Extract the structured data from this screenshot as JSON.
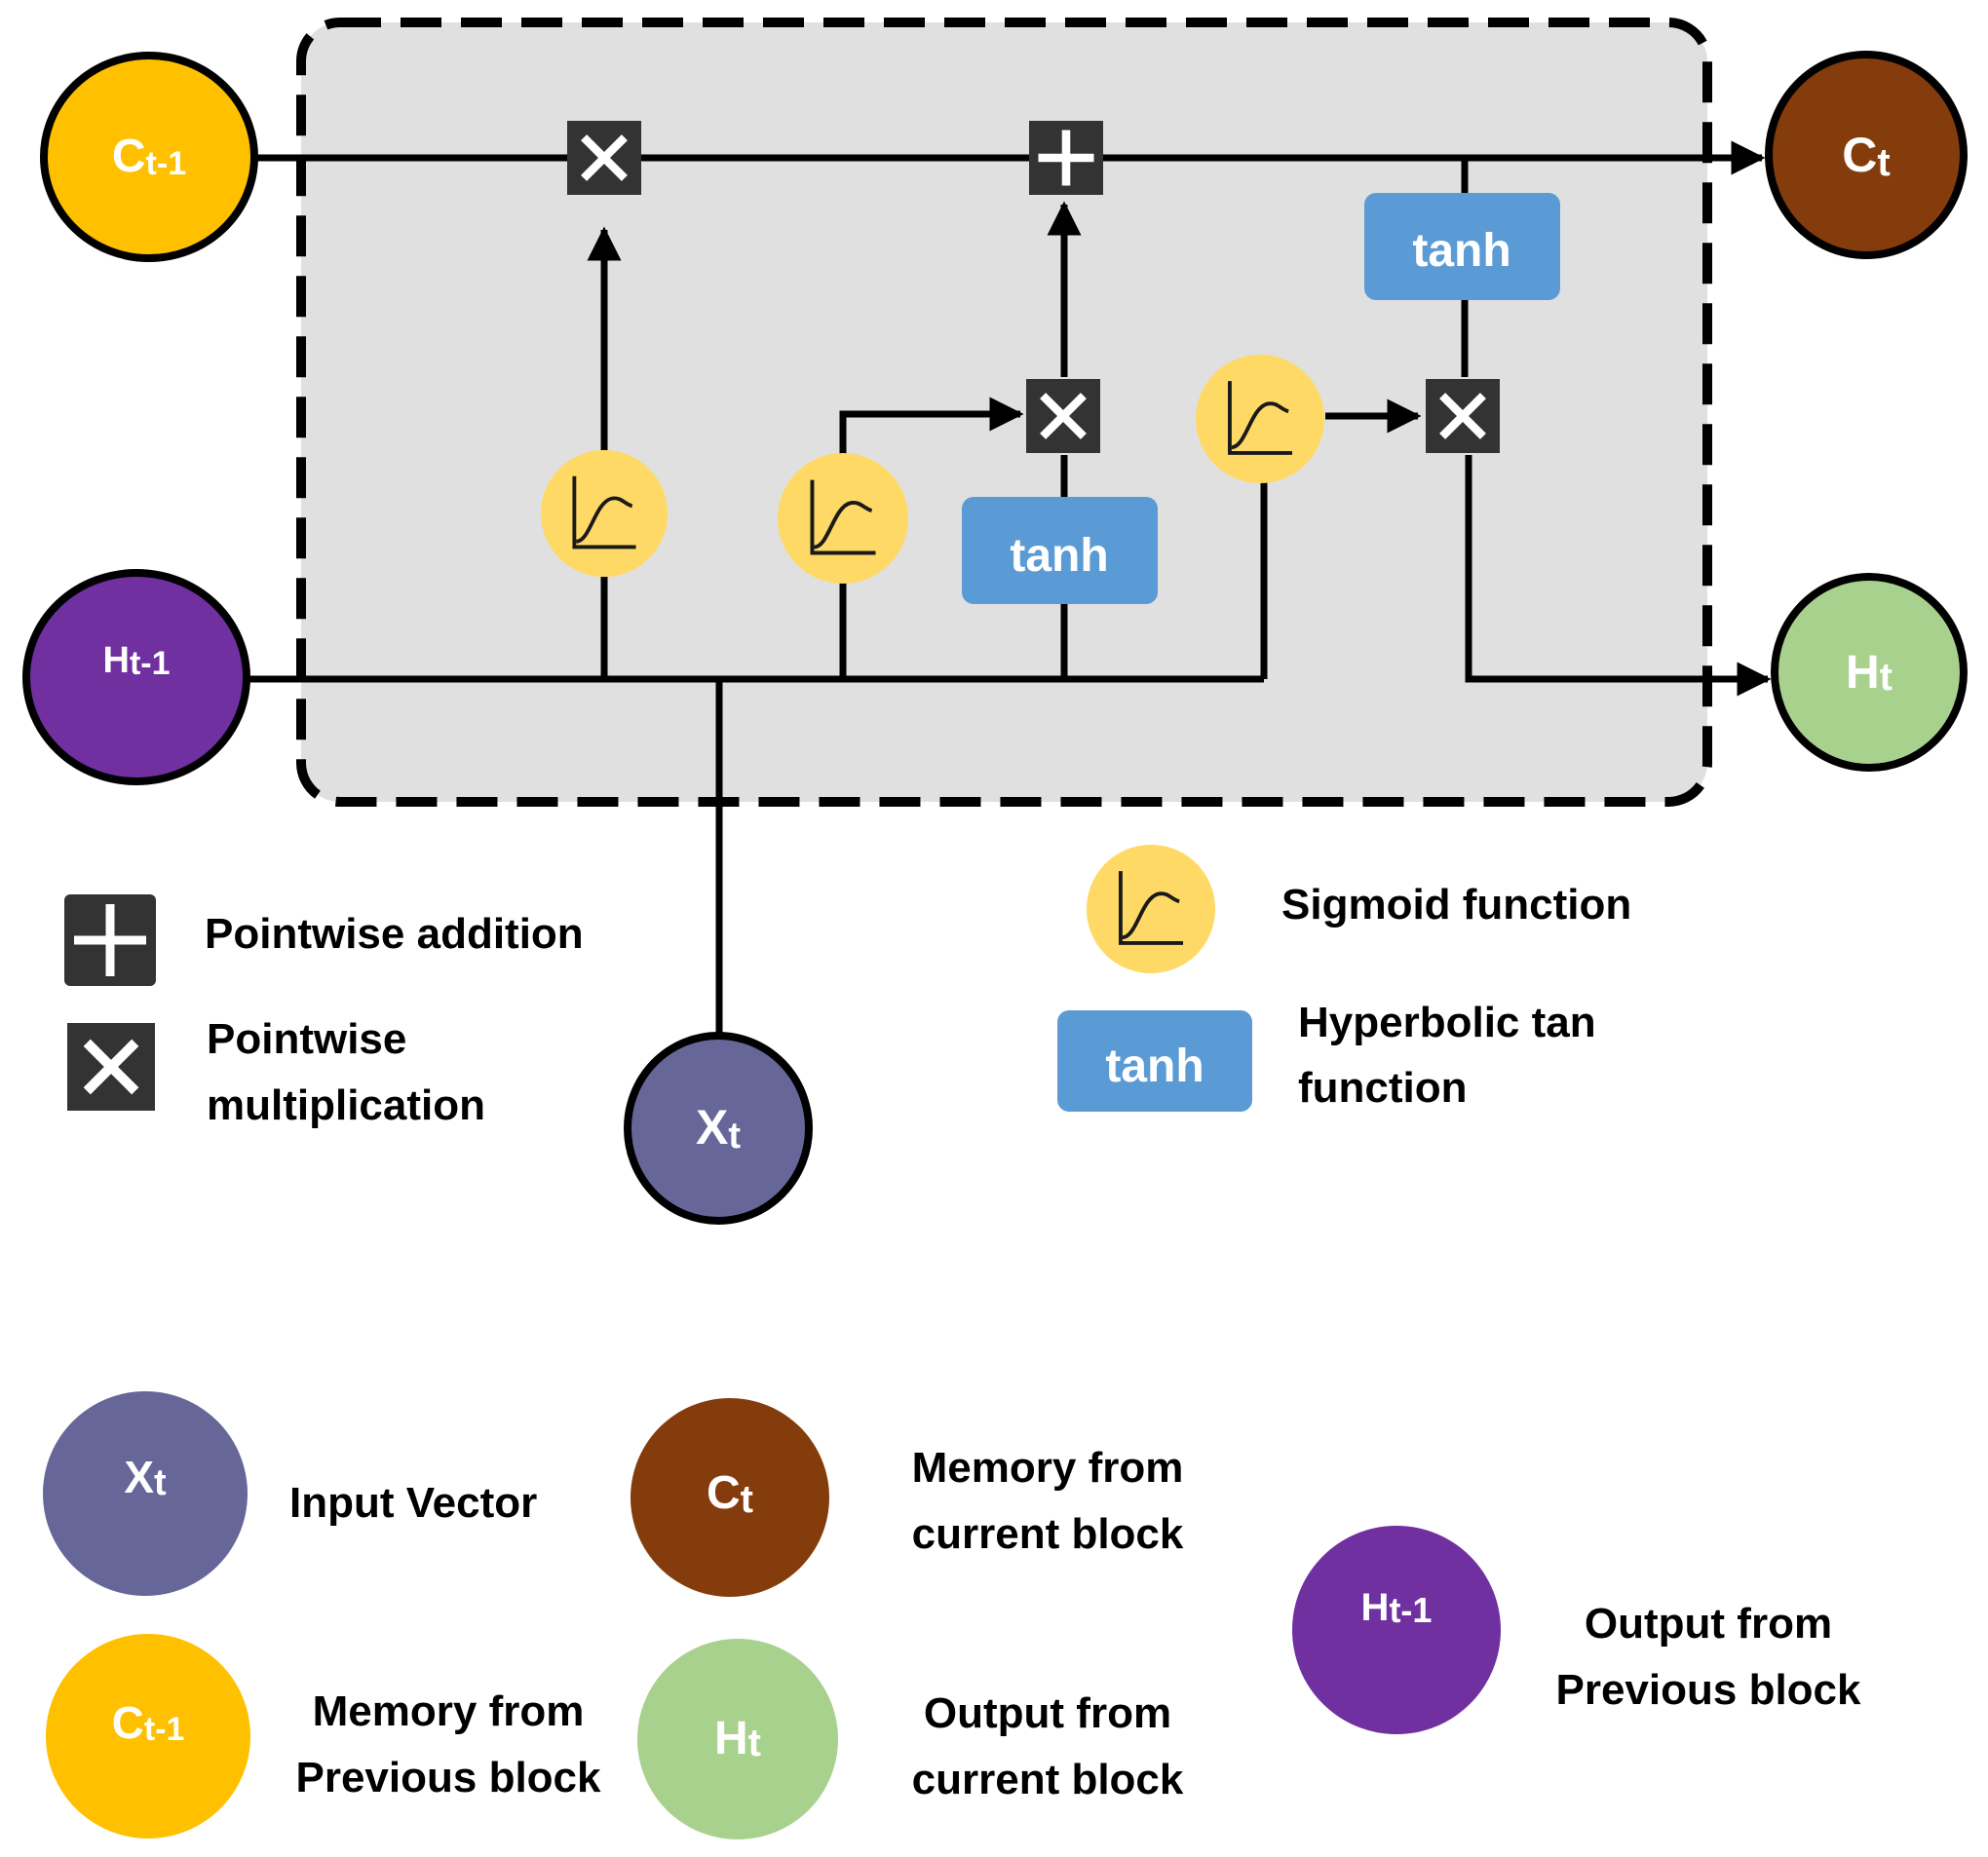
{
  "colors": {
    "cell_bg": "#e0e0e0",
    "c_prev": "#ffc000",
    "c_t": "#843c0c",
    "h_prev": "#7030a0",
    "h_t": "#a9d18e",
    "x_t": "#666699",
    "sigmoid": "#ffd966",
    "tanh": "#5b9bd5",
    "op_box": "#333333"
  },
  "icons": {
    "multiply": "pointwise-multiply-icon",
    "add": "pointwise-add-icon",
    "sigmoid": "sigmoid-curve-icon"
  },
  "diagram": {
    "nodes": {
      "c_prev": {
        "main": "C",
        "sub": "t-1"
      },
      "c_t": {
        "main": "C",
        "sub": "t"
      },
      "h_prev": {
        "main": "H",
        "sub": "t-1"
      },
      "h_t": {
        "main": "H",
        "sub": "t"
      },
      "x_t": {
        "main": "X",
        "sub": "t"
      }
    },
    "tanh_label": "tanh"
  },
  "legend": {
    "pointwise_addition": "Pointwise addition",
    "pointwise_multiplication": [
      "Pointwise",
      "multiplication"
    ],
    "sigmoid": "Sigmoid function",
    "tanh_box": "tanh",
    "tanh": [
      "Hyperbolic tan",
      "function"
    ],
    "x_t": {
      "main": "X",
      "sub": "t",
      "desc": "Input Vector"
    },
    "c_t": {
      "main": "C",
      "sub": "t",
      "desc": [
        "Memory from",
        "current block"
      ]
    },
    "h_prev": {
      "main": "H",
      "sub": "t-1",
      "desc": [
        "Output from",
        "Previous block"
      ]
    },
    "c_prev": {
      "main": "C",
      "sub": "t-1",
      "desc": [
        "Memory from",
        "Previous block"
      ]
    },
    "h_t": {
      "main": "H",
      "sub": "t",
      "desc": [
        "Output from",
        "current block"
      ]
    }
  }
}
